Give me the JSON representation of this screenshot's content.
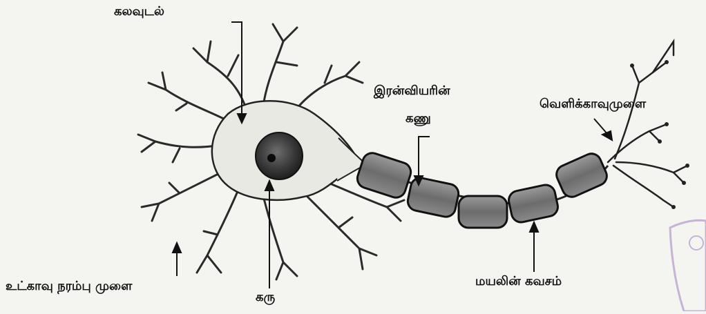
{
  "labels": {
    "cell_body": "கலவுடல்",
    "node_of_ranvier_line1": "இரன்வியரின்",
    "node_of_ranvier_line2": "கணு",
    "axon_terminal": "வெளிக்காவுமுளை",
    "dendrite": "உட்காவு நரம்பு முளை",
    "nucleus": "கரு",
    "myelin_sheath": "மயலின் கவசம்"
  }
}
